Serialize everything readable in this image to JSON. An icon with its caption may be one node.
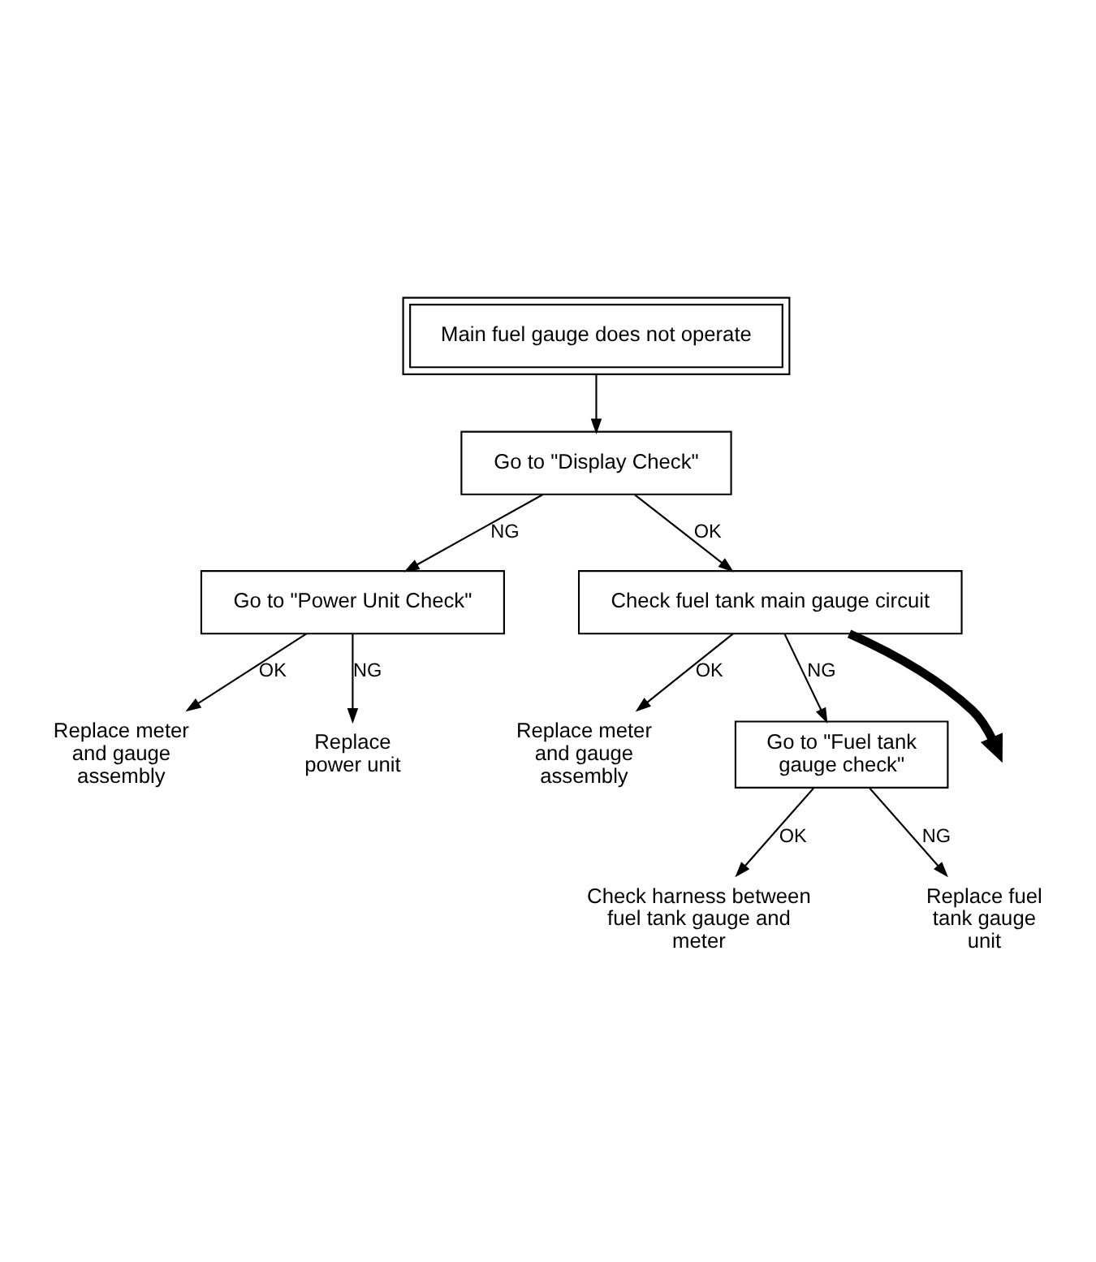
{
  "diagram": {
    "nodes": [
      {
        "text": [
          "Main fuel gauge does not operate"
        ]
      },
      {
        "text": [
          "Go to \"Display Check\""
        ]
      },
      {
        "text": [
          "Go to \"Power Unit Check\""
        ]
      },
      {
        "text": [
          "Replace meter and gauge assembly"
        ]
      },
      {
        "text": [
          "Replace power unit"
        ]
      },
      {
        "text": [
          "Check fuel tank main gauge circuit"
        ]
      },
      {
        "text": [
          "Replace meter and gauge assembly"
        ]
      },
      {
        "text": [
          "Go to \"Fuel tank gauge check\""
        ]
      },
      {
        "text": [
          "Check harness between fuel tank gauge and meter"
        ]
      },
      {
        "text": [
          "Replace fuel tank gauge unit"
        ]
      }
    ],
    "edges": [
      {
        "from": 0,
        "to": 1,
        "arrow": "to"
      },
      {
        "from": 1,
        "to": 5,
        "label": "OK",
        "arrow": "to"
      },
      {
        "from": 1,
        "to": 2,
        "label": "NG",
        "arrow": "to"
      },
      {
        "from": 2,
        "to": 3,
        "label": "OK",
        "arrow": "to"
      },
      {
        "from": 2,
        "to": 4,
        "label": "NG",
        "arrow": "to"
      },
      {
        "from": 5,
        "to": 6,
        "label": "OK",
        "arrow": "to"
      },
      {
        "from": 5,
        "to": 7,
        "label": "NG",
        "arrow": "to"
      },
      {
        "from": 7,
        "to": 8,
        "label": "OK",
        "arrow": "to"
      },
      {
        "from": 7,
        "to": 9,
        "label": "NG",
        "arrow": "to"
      },
      {
        "from": 5,
        "to": null,
        "arrow": "to",
        "style": "thick"
      }
    ]
  }
}
